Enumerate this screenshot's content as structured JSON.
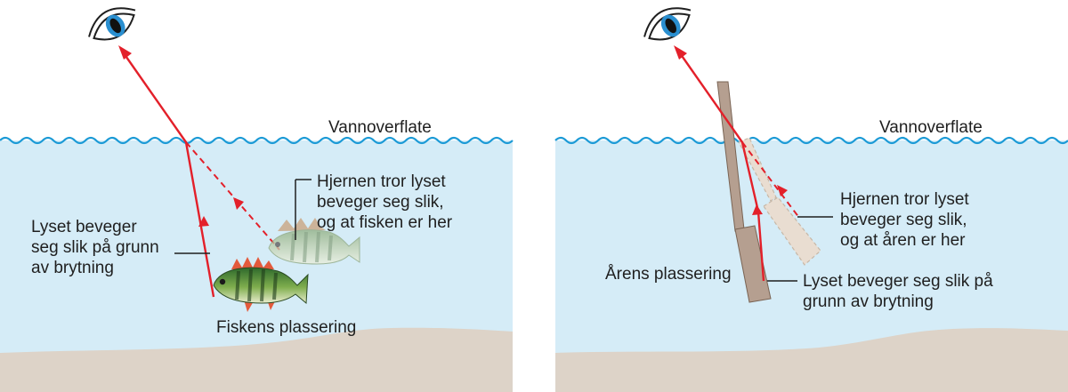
{
  "panels": [
    {
      "surface_label": "Vannoverflate",
      "perceived_label": [
        "Hjernen tror lyset",
        "beveger seg slik,",
        "og at fisken er her"
      ],
      "refraction_label": [
        "Lyset beveger",
        "seg slik på grunn",
        "av brytning"
      ],
      "position_label": [
        "Fiskens plassering"
      ]
    },
    {
      "surface_label": "Vannoverflate",
      "perceived_label": [
        "Hjernen tror lyset",
        "beveger seg slik,",
        "og at åren er her"
      ],
      "refraction_label": [
        "Lyset beveger seg slik på",
        "grunn av brytning"
      ],
      "position_label": [
        "Årens plassering"
      ]
    }
  ],
  "colors": {
    "water": "#d5ecf7",
    "wave": "#1b9ad6",
    "sand": "#ddd3c8",
    "ray": "#e3202a",
    "oar": "#b59f90",
    "eye_iris": "#2a8fd0",
    "fish_body": "#4e8a3f",
    "fish_fin": "#e35a3c"
  },
  "icons": [
    "eye-icon",
    "fish-icon",
    "oar-icon"
  ]
}
